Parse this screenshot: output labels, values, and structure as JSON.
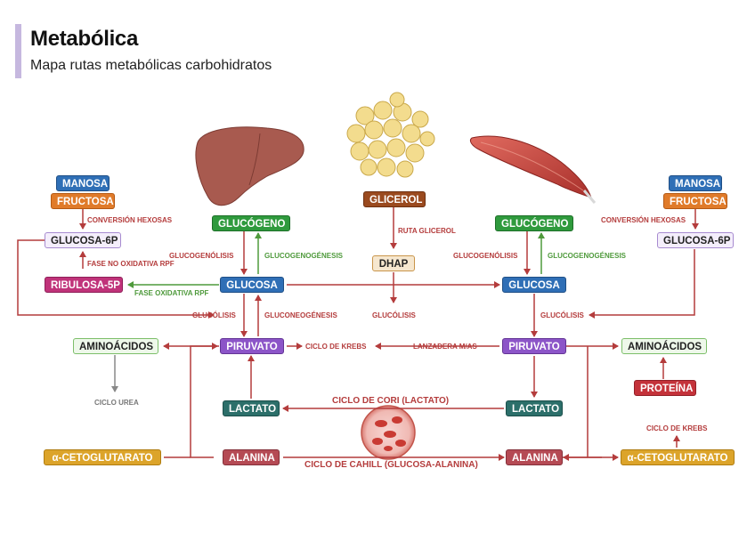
{
  "header": {
    "title": "Metabólica",
    "subtitle": "Mapa rutas metabólicas carbohidratos"
  },
  "nodes": {
    "manosa_l": "MANOSA",
    "fructosa_l": "FRUCTOSA",
    "glucosa6p_l": "GLUCOSA-6P",
    "ribulosa5p": "RIBULOSA-5P",
    "glucogeno_l": "GLUCÓGENO",
    "glucosa_l": "GLUCOSA",
    "piruvato_l": "PIRUVATO",
    "aminoacidos_l": "AMINOÁCIDOS",
    "lactato_l": "LACTATO",
    "alanina_l": "ALANINA",
    "cetoglutarato_l": "α-CETOGLUTARATO",
    "glicerol": "GLICEROL",
    "dhap": "DHAP",
    "glucogeno_r": "GLUCÓGENO",
    "glucosa_r": "GLUCOSA",
    "piruvato_r": "PIRUVATO",
    "lactato_r": "LACTATO",
    "alanina_r": "ALANINA",
    "manosa_r": "MANOSA",
    "fructosa_r": "FRUCTOSA",
    "glucosa6p_r": "GLUCOSA-6P",
    "aminoacidos_r": "AMINOÁCIDOS",
    "proteina": "PROTEÍNA",
    "cetoglutarato_r": "α-CETOGLUTARATO"
  },
  "labels": {
    "conversion_l": "CONVERSIÓN HEXOSAS",
    "fase_no_ox": "FASE NO OXIDATIVA RPF",
    "fase_ox": "FASE OXIDATIVA RPF",
    "glucogenolisis_l": "GLUCOGENÓLISIS",
    "glucogenogenesis_l": "GLUCOGENOGÉNESIS",
    "glucolisis_l": "GLUCÓLISIS",
    "gluconeogenesis": "GLUCONEOGÉNESIS",
    "ruta_glicerol": "RUTA GLICEROL",
    "glucolisis_c": "GLUCÓLISIS",
    "ciclo_krebs_c": "CICLO DE KREBS",
    "lanzadera": "LANZADERA M/AS",
    "glucogenolisis_r": "GLUCOGENÓLISIS",
    "glucogenogenesis_r": "GLUCOGENOGÉNESIS",
    "glucolisis_r": "GLUCÓLISIS",
    "conversion_r": "CONVERSIÓN HEXOSAS",
    "ciclo_urea": "CICLO UREA",
    "ciclo_cori": "CICLO DE CORI (LACTATO)",
    "ciclo_cahill": "CICLO DE CAHILL (GLUCOSA-ALANINA)",
    "ciclo_krebs_r": "CICLO DE KREBS"
  },
  "illustrations": [
    "liver-icon",
    "adipose-tissue-icon",
    "muscle-icon",
    "blood-cells-icon"
  ],
  "colors": {
    "arrow_red": "#b43c3c",
    "arrow_green": "#4f9a3c",
    "arrow_gray": "#888888",
    "accent_bar": "#c6b8df"
  }
}
